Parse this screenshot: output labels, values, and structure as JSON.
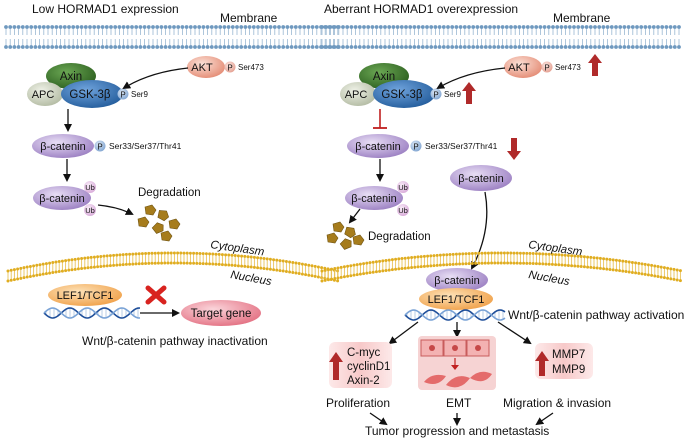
{
  "left": {
    "title": "Low HORMAD1 expression",
    "membrane": "Membrane",
    "axin": "Axin",
    "apc": "APC",
    "gsk": "GSK-3β",
    "p": "P",
    "ser9": "Ser9",
    "akt": "AKT",
    "ser473": "Ser473",
    "bcat": "β-catenin",
    "ser33": "Ser33/Ser37/Thr41",
    "ub": "Ub",
    "degradation": "Degradation",
    "cytoplasm": "Cytoplasm",
    "nucleus": "Nucleus",
    "lef": "LEF1/TCF1",
    "target": "Target gene",
    "pathway": "Wnt/β-catenin pathway inactivation"
  },
  "right": {
    "title": "Aberrant HORMAD1 overexpression",
    "membrane": "Membrane",
    "axin": "Axin",
    "apc": "APC",
    "gsk": "GSK-3β",
    "p": "P",
    "ser9": "Ser9",
    "akt": "AKT",
    "ser473": "Ser473",
    "bcat": "β-catenin",
    "ser33": "Ser33/Ser37/Thr41",
    "ub": "Ub",
    "degradation": "Degradation",
    "cytoplasm": "Cytoplasm",
    "nucleus": "Nucleus",
    "lef": "LEF1/TCF1",
    "pathway": "Wnt/β-catenin pathway activation",
    "genes1": [
      "C-myc",
      "cyclinD1",
      "Axin-2"
    ],
    "genes2": [
      "MMP7",
      "MMP9"
    ],
    "proliferation": "Proliferation",
    "emt": "EMT",
    "migration": "Migration & invasion",
    "outcome": "Tumor progression and metastasis"
  },
  "colors": {
    "membrane": "#8fb3cf",
    "axin": "#3e7a2c",
    "apc": "#cfd6c2",
    "gsk": "#2f6fb0",
    "p": "#7ea7d6",
    "akt": "#e89a86",
    "bcat": "#a98bc9",
    "ub": "#e6c4e6",
    "debris": "#a67c1c",
    "nucleus_membrane": "#e3b327",
    "lef": "#f0a64a",
    "target": "#e7788a",
    "dna1": "#1f4f9a",
    "dna2": "#7aa3d6",
    "red_arrow": "#b02a2a",
    "cell": "#e46b6b"
  }
}
